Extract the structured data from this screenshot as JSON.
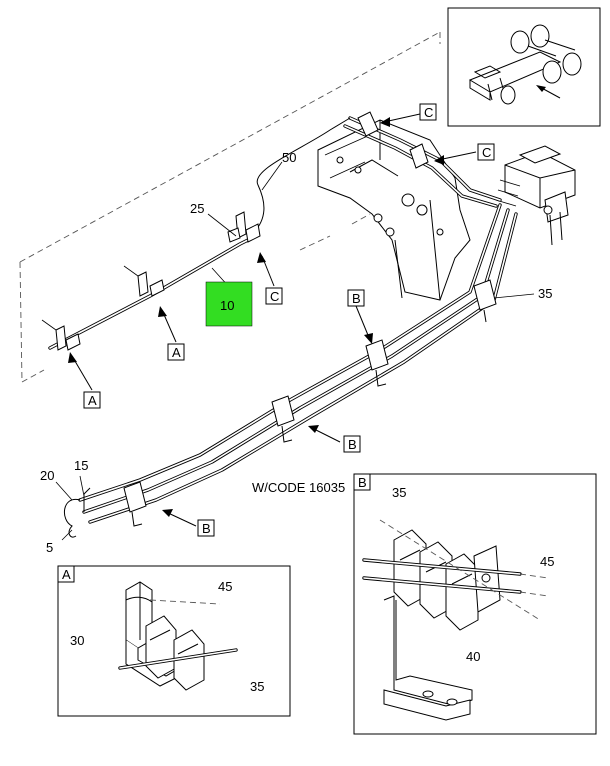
{
  "callout_numbers": {
    "n50": "50",
    "n25": "25",
    "n10": "10",
    "n35_main": "35",
    "n20": "20",
    "n15": "15",
    "n5": "5",
    "n45_a": "45",
    "n30": "30",
    "n35_a": "35",
    "n35_b": "35",
    "n45_b": "45",
    "n40": "40"
  },
  "view_letters": {
    "c_top1": "C",
    "c_top2": "C",
    "c_clip": "C",
    "a_clip": "A",
    "a_bottom": "A",
    "b_upper": "B",
    "b_mid": "B",
    "b_lower": "B",
    "detail_a": "A",
    "detail_b": "B"
  },
  "wcode_label": "W/CODE 16035",
  "highlight_color": "#33dd22"
}
